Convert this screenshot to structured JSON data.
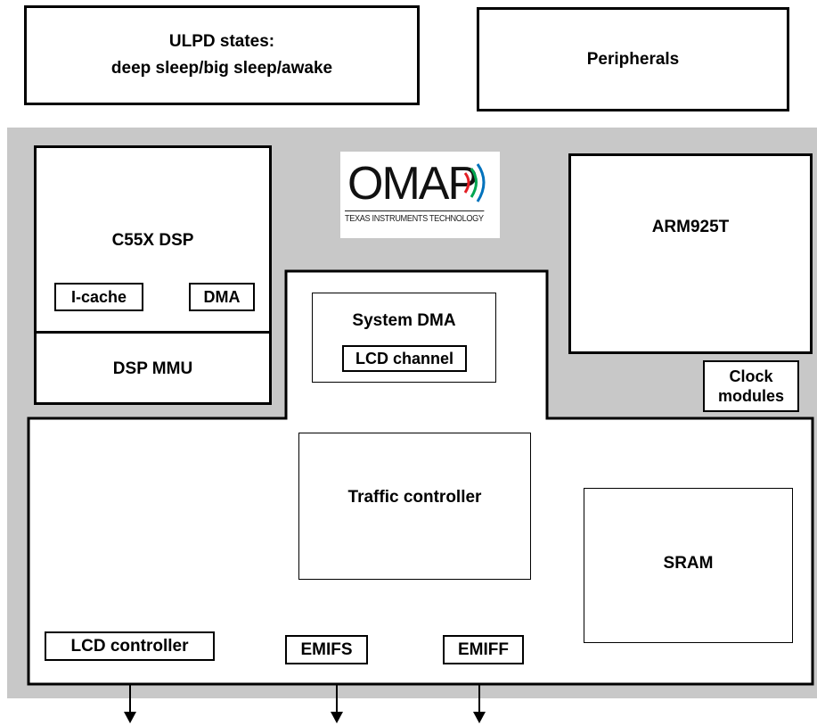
{
  "ulpd": {
    "line1": "ULPD states:",
    "line2": "deep sleep/big sleep/awake"
  },
  "peripherals": {
    "label": "Peripherals"
  },
  "logo": {
    "brand": "OMAP",
    "tagline": "TEXAS INSTRUMENTS TECHNOLOGY",
    "wave_colors": [
      "#e31e24",
      "#00a651",
      "#0072bc"
    ]
  },
  "dsp": {
    "title": "C55X DSP",
    "icache": "I-cache",
    "dma": "DMA",
    "mmu": "DSP MMU"
  },
  "arm": {
    "title": "ARM925T"
  },
  "clock": {
    "line1": "Clock",
    "line2": "modules"
  },
  "sysdma": {
    "title": "System DMA",
    "lcd_channel": "LCD channel"
  },
  "traffic": {
    "label": "Traffic controller"
  },
  "sram": {
    "label": "SRAM"
  },
  "bottom": {
    "lcd_controller": "LCD controller",
    "emifs": "EMIFS",
    "emiff": "EMIFF"
  },
  "colors": {
    "background_band": "#c8c8c8",
    "line": "#000000"
  }
}
